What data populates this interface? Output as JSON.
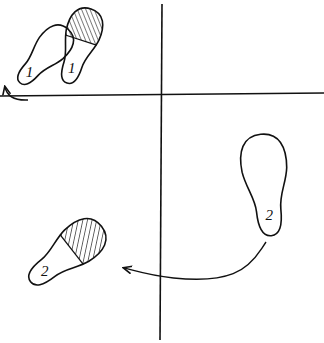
{
  "diagram": {
    "nodes": [
      {
        "text": [
          "1"
        ]
      },
      {
        "text": [
          "1"
        ]
      },
      {
        "text": [
          "2"
        ]
      },
      {
        "text": [
          "2"
        ]
      }
    ],
    "edges": [
      {
        "from": 2,
        "to": 3,
        "arrow": "to"
      }
    ]
  }
}
